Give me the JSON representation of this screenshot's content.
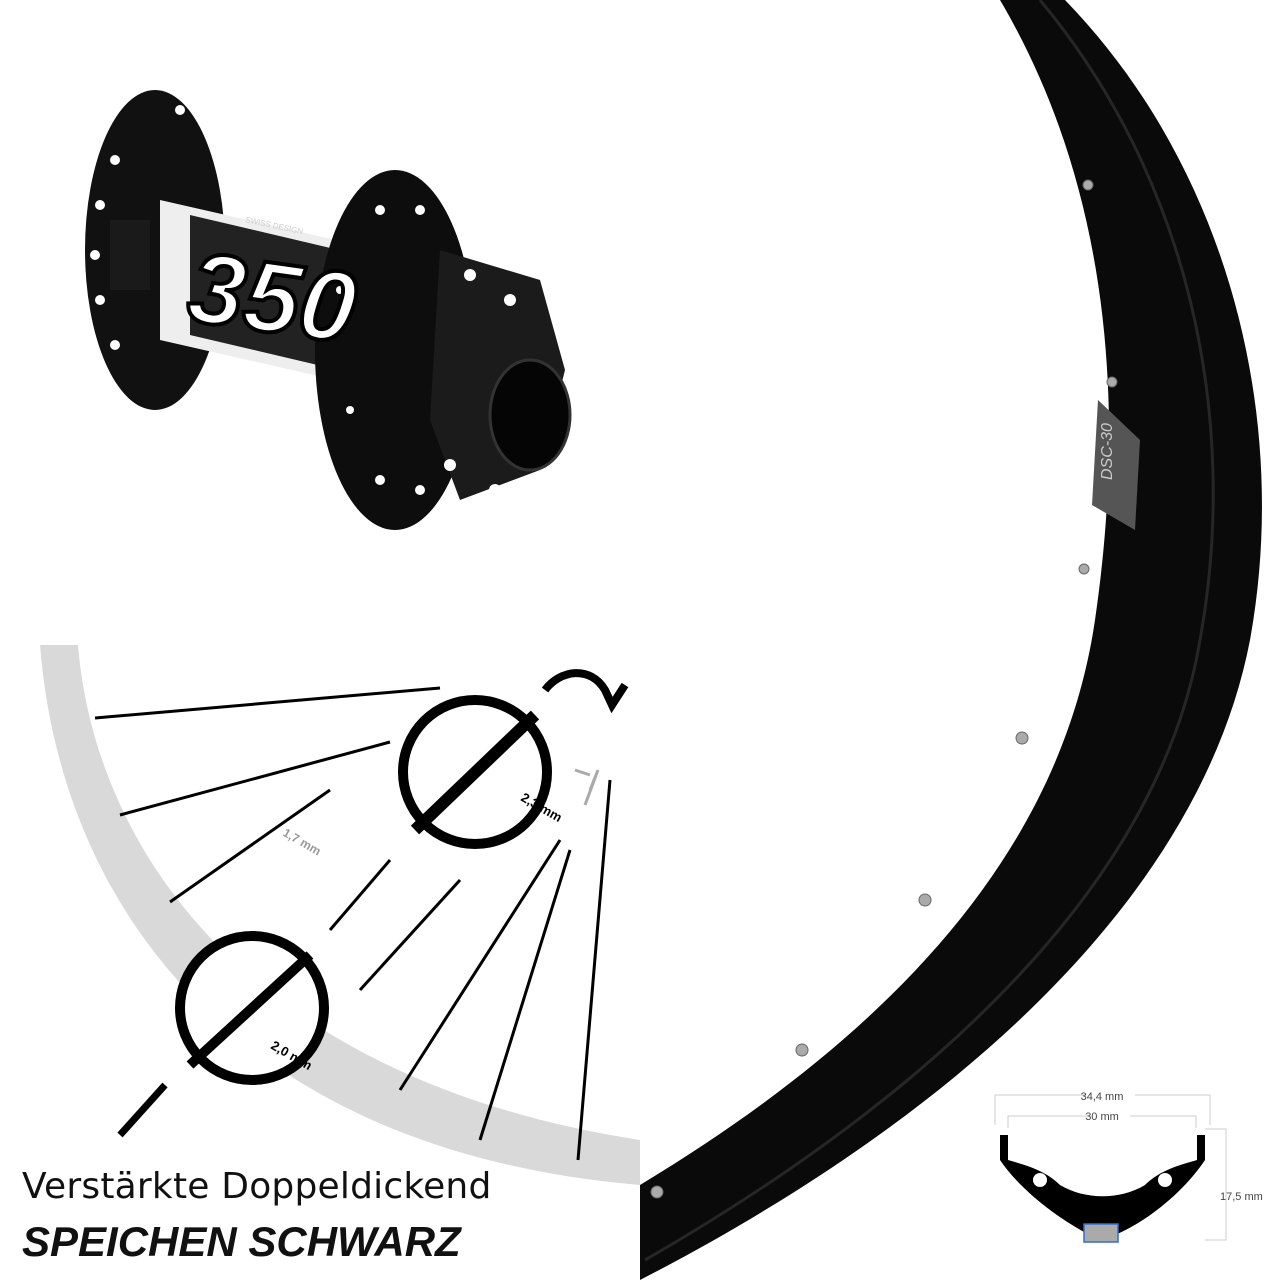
{
  "hub": {
    "model_number": "350",
    "brand_text": "SWISS DESIGN"
  },
  "rim": {
    "decal_text": "DSC-30",
    "color": "#0a0a0a"
  },
  "profile": {
    "outer_width": "34,4 mm",
    "inner_width": "30 mm",
    "height": "17,5 mm",
    "accent": "#2f6fd0"
  },
  "spokes": {
    "label_thick_end": "2,3 mm",
    "label_middle": "1,7 mm",
    "label_thread_end": "2,0 mm",
    "color": "#000000",
    "band_color": "#d9d9d9"
  },
  "caption": {
    "line1": "Verstärkte Doppeldickend",
    "line2": "SPEICHEN SCHWARZ"
  }
}
